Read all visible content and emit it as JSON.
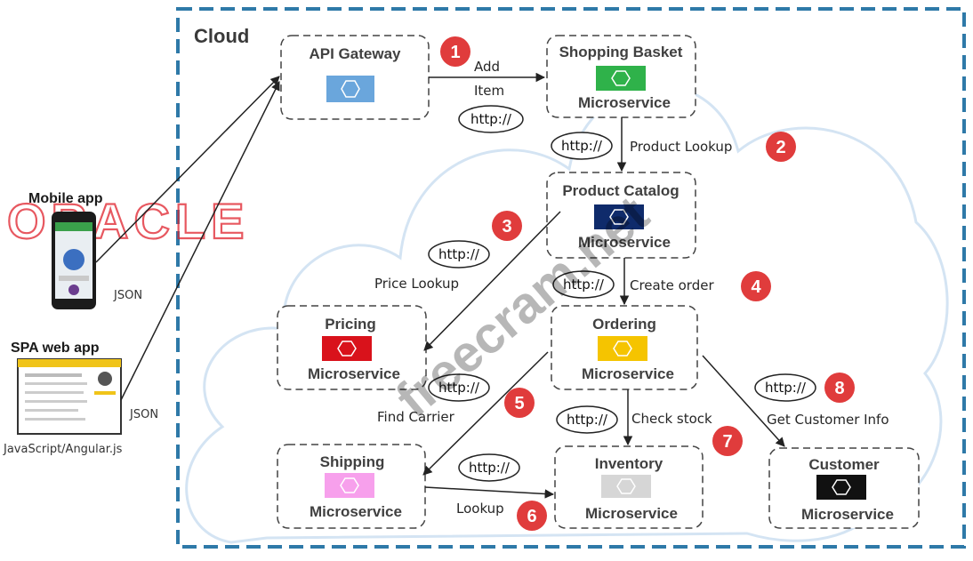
{
  "cloud": {
    "label": "Cloud"
  },
  "watermark": "freecram.net",
  "logo": "ORACLE",
  "clients": {
    "mobile": {
      "title": "Mobile app",
      "format": "JSON"
    },
    "spa": {
      "title": "SPA web app",
      "format": "JSON",
      "tech": "JavaScript/Angular.js"
    }
  },
  "services": {
    "gateway": {
      "title": "API Gateway",
      "sub": "",
      "color": "#6aa6dc"
    },
    "basket": {
      "title": "Shopping Basket",
      "sub": "Microservice",
      "color": "#2fb24a"
    },
    "catalog": {
      "title": "Product Catalog",
      "sub": "Microservice",
      "color": "#0f2b6b"
    },
    "pricing": {
      "title": "Pricing",
      "sub": "Microservice",
      "color": "#d9121b"
    },
    "ordering": {
      "title": "Ordering",
      "sub": "Microservice",
      "color": "#f5c400"
    },
    "shipping": {
      "title": "Shipping",
      "sub": "Microservice",
      "color": "#f7a0ec"
    },
    "inventory": {
      "title": "Inventory",
      "sub": "Microservice",
      "color": "#d6d6d6"
    },
    "customer": {
      "title": "Customer",
      "sub": "Microservice",
      "color": "#111111"
    }
  },
  "http": "http://",
  "steps": {
    "s1": {
      "num": "1",
      "label_a": "Add",
      "label_b": "Item"
    },
    "s2": {
      "num": "2",
      "label": "Product Lookup"
    },
    "s3": {
      "num": "3",
      "label": "Price Lookup"
    },
    "s4": {
      "num": "4",
      "label": "Create order"
    },
    "s5": {
      "num": "5",
      "label": "Find Carrier"
    },
    "s6": {
      "num": "6",
      "label": "Lookup"
    },
    "s7": {
      "num": "7",
      "label": "Check stock"
    },
    "s8": {
      "num": "8",
      "label": "Get Customer Info"
    }
  },
  "colors": {
    "border": "#2e79a8",
    "badge": "#e03c3c",
    "cloud_outline": "#cfe0f0"
  }
}
